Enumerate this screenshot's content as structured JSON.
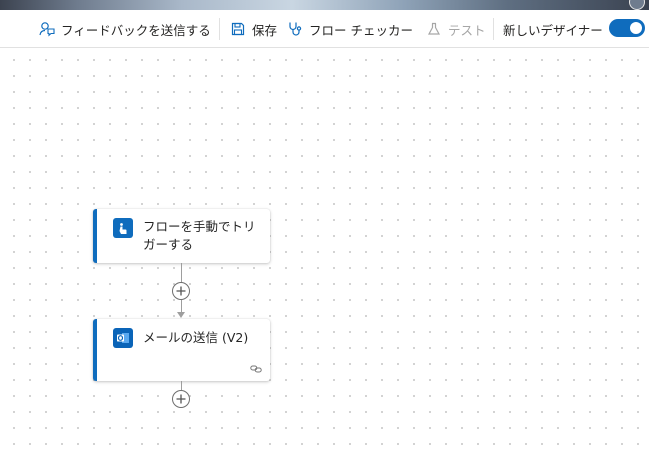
{
  "toolbar": {
    "feedback_label": "フィードバックを送信する",
    "save_label": "保存",
    "flow_checker_label": "フロー チェッカー",
    "test_label": "テスト",
    "new_designer_label": "新しいデザイナー",
    "new_designer_enabled": true
  },
  "flow": {
    "trigger": {
      "title": "フローを手動でトリガーする",
      "icon": "manual-trigger-icon"
    },
    "action": {
      "title": "メールの送信 (V2)",
      "icon": "outlook-icon",
      "footer_icon": "link-icon"
    }
  },
  "colors": {
    "accent": "#0f6cbd",
    "card_border": "#0f6cbd",
    "canvas_dot": "#c8c8c8"
  }
}
